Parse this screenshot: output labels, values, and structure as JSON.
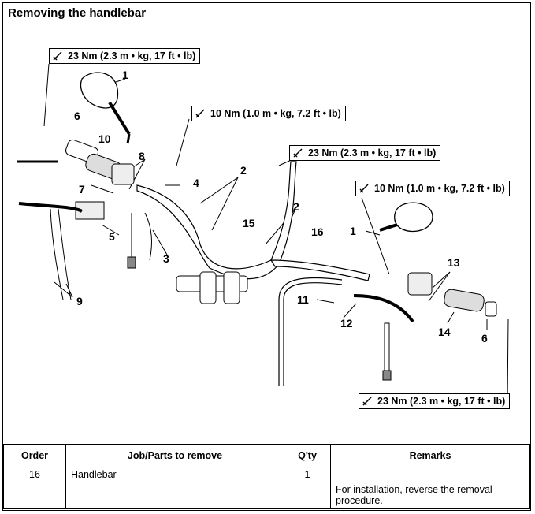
{
  "title": "Removing the handlebar",
  "torques": {
    "t1": "23 Nm (2.3 m • kg, 17 ft • lb)",
    "t2": "10 Nm (1.0 m • kg, 7.2 ft • lb)",
    "t3": "23 Nm (2.3 m • kg, 17 ft • lb)",
    "t4": "10 Nm (1.0 m • kg, 7.2 ft • lb)",
    "t5": "23 Nm (2.3 m • kg, 17 ft • lb)"
  },
  "callouts": {
    "c1a": "1",
    "c6a": "6",
    "c10": "10",
    "c8": "8",
    "c7": "7",
    "c5": "5",
    "c9": "9",
    "c2a": "2",
    "c4": "4",
    "c15": "15",
    "c2b": "2",
    "c3": "3",
    "c16": "16",
    "c1b": "1",
    "c11": "11",
    "c12": "12",
    "c13": "13",
    "c14": "14",
    "c6b": "6"
  },
  "table": {
    "headers": [
      "Order",
      "Job/Parts to remove",
      "Q'ty",
      "Remarks"
    ],
    "rows": [
      [
        "16",
        "Handlebar",
        "1",
        ""
      ],
      [
        "",
        "",
        "",
        "For installation, reverse the removal procedure."
      ]
    ]
  }
}
